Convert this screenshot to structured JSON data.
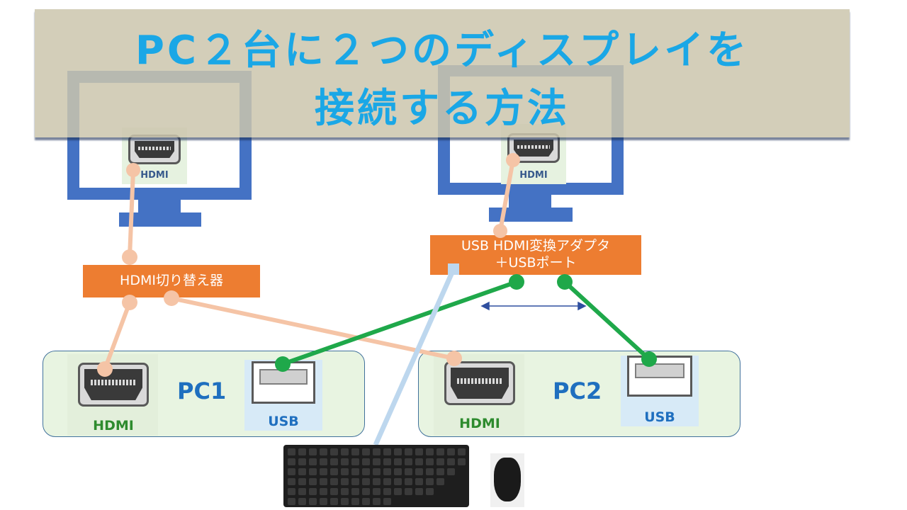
{
  "title": {
    "line1": "PC２台に２つのディスプレイを",
    "line2": "接続する方法"
  },
  "monitors": [
    {
      "port_label": "HDMI"
    },
    {
      "port_label": "HDMI"
    }
  ],
  "switcher": {
    "label": "HDMI切り替え器"
  },
  "adapter": {
    "line1": "USB HDMI変換アダプタ",
    "line2": "＋USBポート"
  },
  "pcs": [
    {
      "label": "PC1",
      "hdmi_label": "HDMI",
      "usb_label": "USB"
    },
    {
      "label": "PC2",
      "hdmi_label": "HDMI",
      "usb_label": "USB"
    }
  ],
  "colors": {
    "hdmi_cable": "#f5c4a6",
    "usb_cable": "#1fa84a",
    "keyboard_cable": "#bdd7ee",
    "monitor": "#4472c4",
    "box_orange": "#ed7d31",
    "title": "#1aa7e6"
  },
  "icons": [
    "hdmi-port-icon",
    "usb-port-icon",
    "keyboard-icon",
    "mouse-icon",
    "double-arrow-icon"
  ]
}
